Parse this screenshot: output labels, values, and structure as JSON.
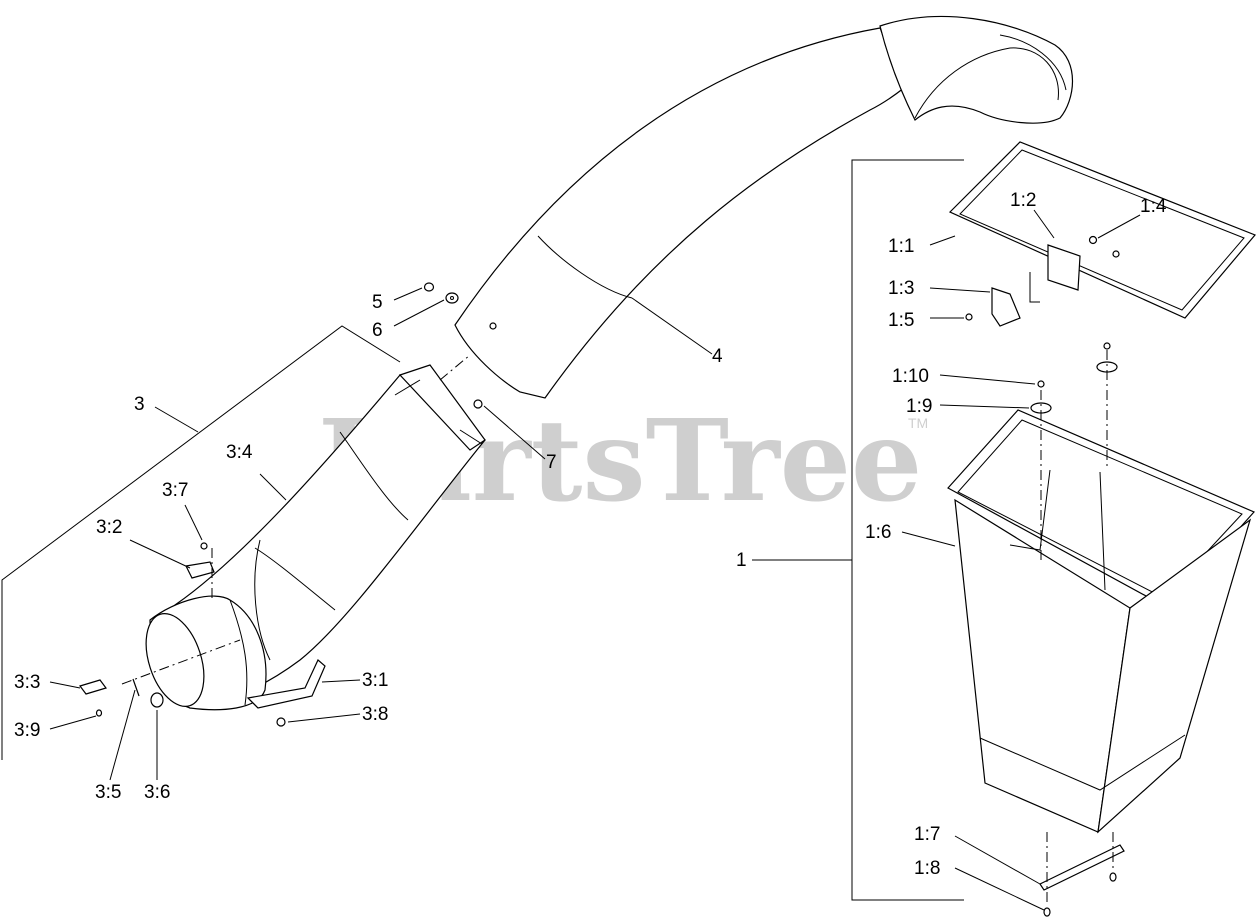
{
  "watermark": {
    "text": "PartsTree",
    "trademark": "TM"
  },
  "callouts": {
    "c1": "1",
    "c1_1": "1:1",
    "c1_2": "1:2",
    "c1_3": "1:3",
    "c1_4": "1:4",
    "c1_5": "1:5",
    "c1_6": "1:6",
    "c1_7": "1:7",
    "c1_8": "1:8",
    "c1_9": "1:9",
    "c1_10": "1:10",
    "c3": "3",
    "c3_1": "3:1",
    "c3_2": "3:2",
    "c3_3": "3:3",
    "c3_4": "3:4",
    "c3_5": "3:5",
    "c3_6": "3:6",
    "c3_7": "3:7",
    "c3_8": "3:8",
    "c3_9": "3:9",
    "c4": "4",
    "c5": "5",
    "c6": "6",
    "c7": "7"
  }
}
